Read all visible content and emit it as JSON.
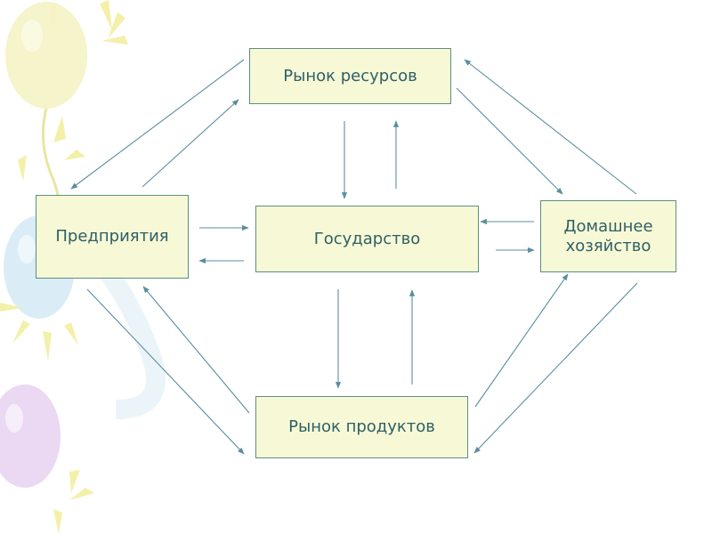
{
  "diagram": {
    "nodes": [
      {
        "id": "market-resources",
        "label": "Рынок ресурсов"
      },
      {
        "id": "enterprises",
        "label": "Предприятия"
      },
      {
        "id": "state",
        "label": "Государство"
      },
      {
        "id": "households",
        "label": "Домашнее хозяйство"
      },
      {
        "id": "market-products",
        "label": "Рынок продуктов"
      }
    ],
    "edges": [
      {
        "from": "market-resources",
        "to": "enterprises"
      },
      {
        "from": "enterprises",
        "to": "market-resources"
      },
      {
        "from": "market-resources",
        "to": "households"
      },
      {
        "from": "households",
        "to": "market-resources"
      },
      {
        "from": "market-resources",
        "to": "state"
      },
      {
        "from": "state",
        "to": "market-resources"
      },
      {
        "from": "enterprises",
        "to": "state"
      },
      {
        "from": "state",
        "to": "enterprises"
      },
      {
        "from": "households",
        "to": "state"
      },
      {
        "from": "state",
        "to": "households"
      },
      {
        "from": "state",
        "to": "market-products"
      },
      {
        "from": "market-products",
        "to": "state"
      },
      {
        "from": "enterprises",
        "to": "market-products"
      },
      {
        "from": "market-products",
        "to": "enterprises"
      },
      {
        "from": "market-products",
        "to": "households"
      },
      {
        "from": "households",
        "to": "market-products"
      }
    ],
    "colors": {
      "box_fill": "#f7f9d6",
      "box_border": "#5b8e86",
      "text": "#2f5f66",
      "arrow": "#5b8e9e"
    }
  }
}
